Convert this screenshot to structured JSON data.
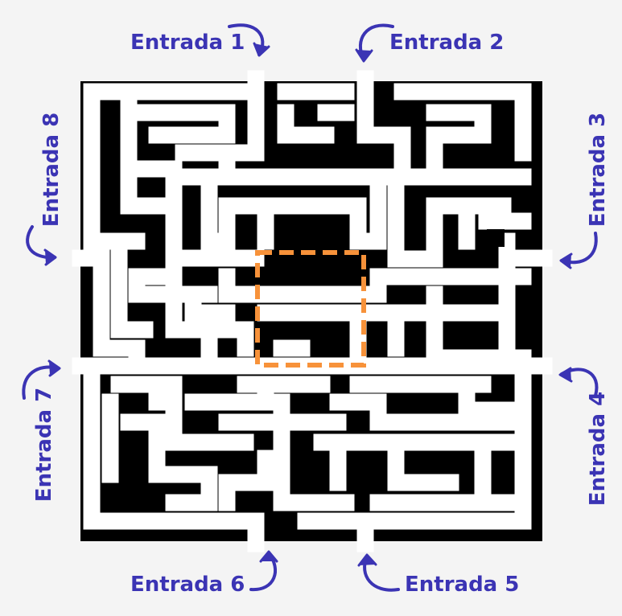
{
  "colors": {
    "background": "#f4f4f4",
    "walls": "#000000",
    "paths": "#ffffff",
    "label": "#3b34b4",
    "arrow": "#3b34b4",
    "center_box": "#f7923a"
  },
  "entrances": {
    "e1": "Entrada 1",
    "e2": "Entrada 2",
    "e3": "Entrada 3",
    "e4": "Entrada 4",
    "e5": "Entrada 5",
    "e6": "Entrada 6",
    "e7": "Entrada 7",
    "e8": "Entrada 8"
  },
  "icons": {
    "arrow": "curved-arrow-icon",
    "goal": "dashed-goal-box"
  }
}
